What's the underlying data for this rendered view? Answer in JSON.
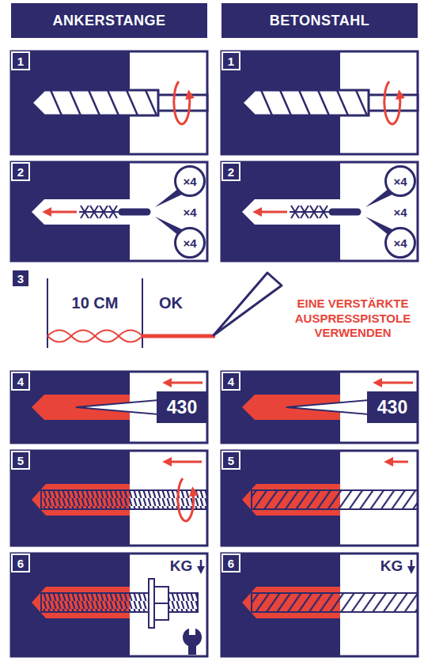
{
  "diagram": {
    "nodes": [
      {
        "text": [
          "ANKERSTANGE"
        ]
      },
      {
        "text": [
          "BETONSTAHL"
        ]
      },
      {
        "text": [
          "1"
        ]
      },
      {
        "text": [
          "1"
        ]
      },
      {
        "text": [
          "2"
        ]
      },
      {
        "text": [
          "×4"
        ]
      },
      {
        "text": [
          "×4"
        ]
      },
      {
        "text": [
          "2"
        ]
      },
      {
        "text": [
          "×4"
        ]
      },
      {
        "text": [
          "×4"
        ]
      },
      {
        "text": [
          "3"
        ]
      },
      {
        "text": [
          "4"
        ]
      },
      {
        "text": [
          "430"
        ]
      },
      {
        "text": [
          "4"
        ]
      },
      {
        "text": [
          "430"
        ]
      },
      {
        "text": [
          "5"
        ]
      },
      {
        "text": [
          "5"
        ]
      },
      {
        "text": [
          "6"
        ]
      },
      {
        "text": [
          "6"
        ]
      }
    ],
    "labels": [
      "×4",
      "×4",
      "10 CM",
      "OK",
      "EINE VERSTÄRKTE AUSPRESSPISTOLE VERWENDEN",
      "KG",
      "KG"
    ]
  }
}
